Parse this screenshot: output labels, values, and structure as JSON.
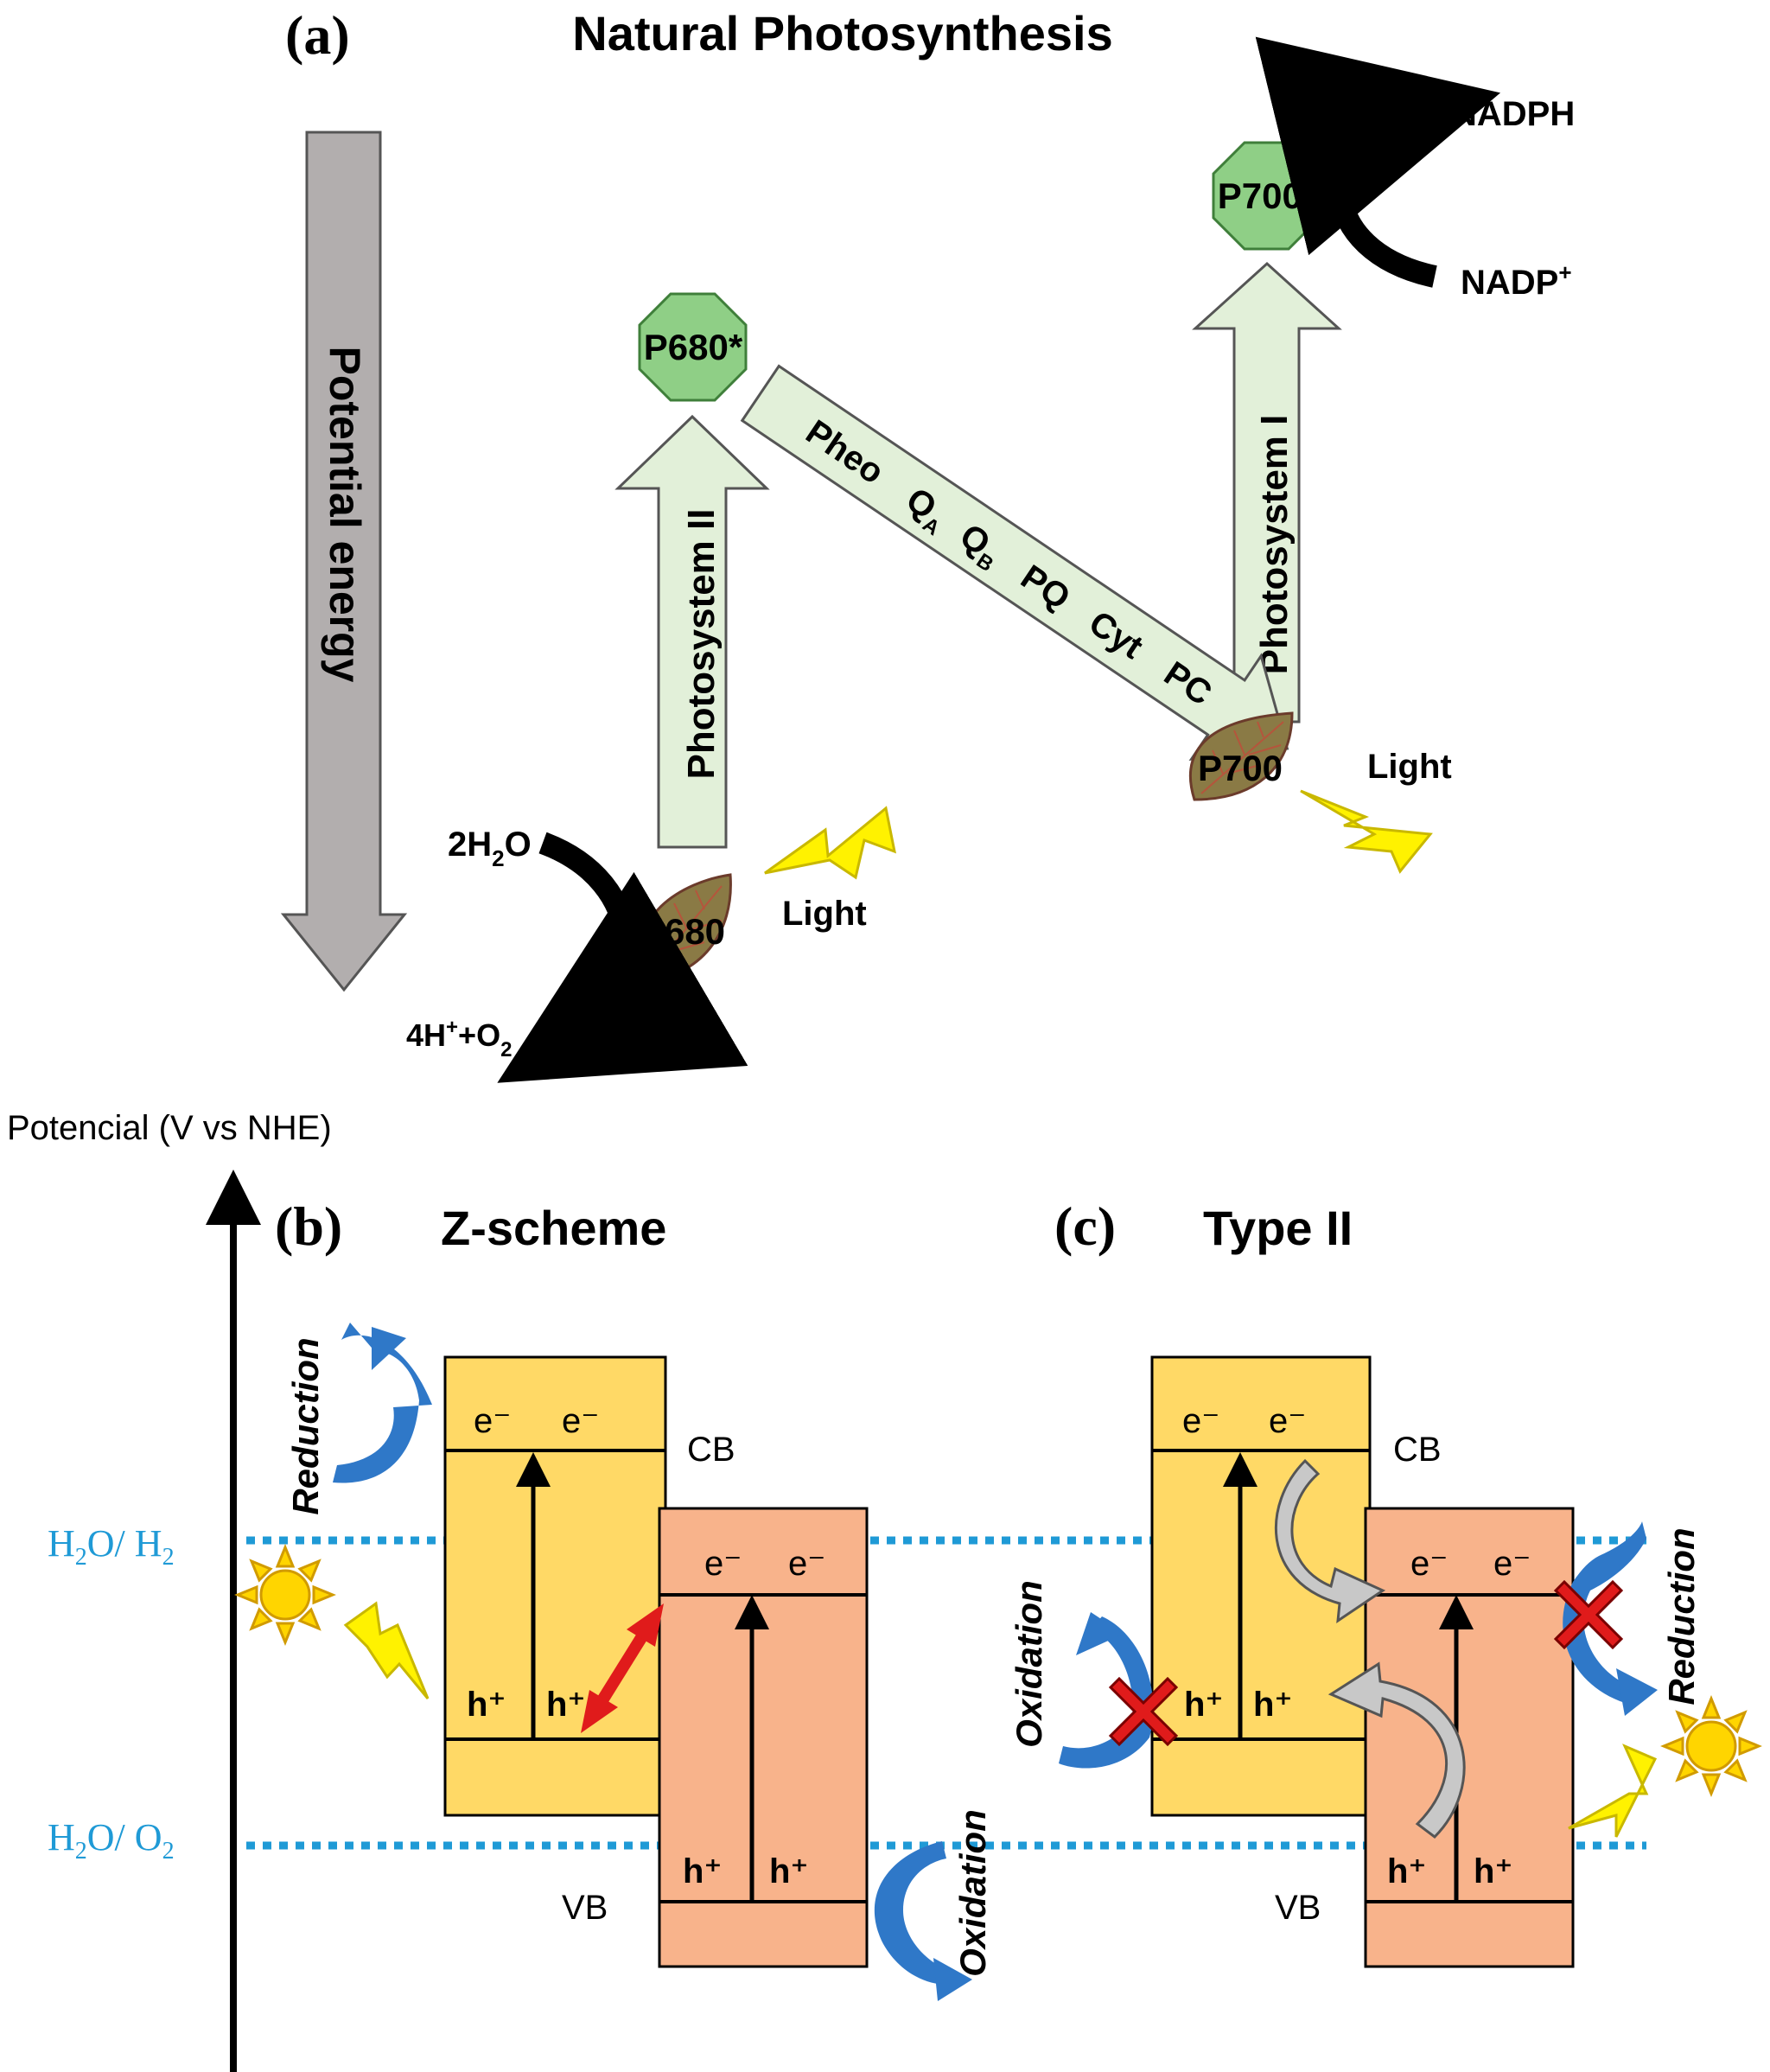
{
  "panel_a": {
    "label": "(a)",
    "title": "Natural Photosynthesis",
    "potential_energy_label": "Potential energy",
    "p680_star": "P680*",
    "p700_star": "P700*",
    "p680": "P680",
    "p700": "P700",
    "photosystem_2": "Photosystem II",
    "photosystem_1": "Photosystem I",
    "chain": {
      "pheo": "Pheo",
      "qa": "Q",
      "qa_sub": "A",
      "qb": "Q",
      "qb_sub": "B",
      "pq": "PQ",
      "cyt": "Cyt",
      "pc": "PC"
    },
    "light_left": "Light",
    "light_right": "Light",
    "water": {
      "prefix": "2H",
      "sub": "2",
      "suffix": "O"
    },
    "products": {
      "part1": "4H",
      "sup": "+",
      "part2": "+O",
      "sub": "2"
    },
    "nadph": "NADPH",
    "nadp": {
      "base": "NADP",
      "sup": "+"
    }
  },
  "axis": {
    "label": "Potencial (V vs NHE)",
    "h2o_h2": {
      "prefix": "H",
      "sub": "2",
      "mid": "O/ H",
      "sub2": "2"
    },
    "h2o_o2": {
      "prefix": "H",
      "sub": "2",
      "mid": "O/ O",
      "sub2": "2"
    }
  },
  "panel_b": {
    "label": "(b)",
    "title": "Z-scheme",
    "electron": "e⁻",
    "hole": "h⁺",
    "cb": "CB",
    "vb": "VB",
    "reduction": "Reduction",
    "oxidation": "Oxidation"
  },
  "panel_c": {
    "label": "(c)",
    "title": "Type II",
    "electron": "e⁻",
    "hole": "h⁺",
    "cb": "CB",
    "vb": "VB",
    "reduction": "Reduction",
    "oxidation": "Oxidation"
  },
  "colors": {
    "gray_arrow": "#b2aeae",
    "light_green": "#e2f0d9",
    "node_green": "#8fcf86",
    "leaf": "#8a7a45",
    "yellow_band": "#ffd966",
    "orange_band": "#f8b38b",
    "blue": "#2f78c8",
    "dotted": "#1f9ad6",
    "red": "#e01b1b",
    "bolt": "#fff200",
    "sun": "#ffd500"
  }
}
